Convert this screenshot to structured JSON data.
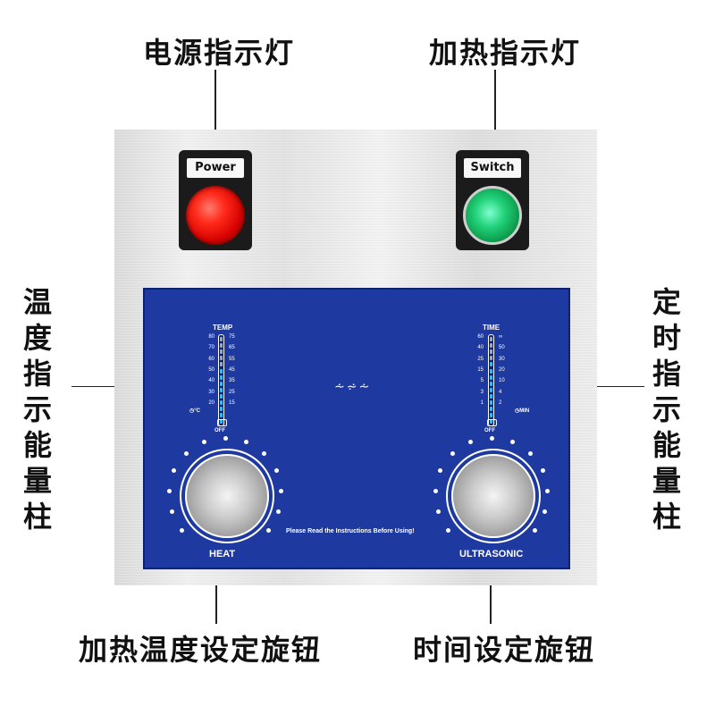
{
  "callouts": {
    "power_light": "电源指示灯",
    "heat_light": "加热指示灯",
    "temp_bar": "温度指示能量柱",
    "time_bar": "定时指示能量柱",
    "heat_knob": "加热温度设定旋钮",
    "time_knob": "时间设定旋钮"
  },
  "indicators": {
    "power_label": "Power",
    "switch_label": "Switch"
  },
  "panel": {
    "temp_title": "TEMP",
    "time_title": "TIME",
    "temp_scale_left": [
      "80",
      "70",
      "60",
      "50",
      "40",
      "30",
      "20"
    ],
    "temp_scale_right": [
      "75",
      "65",
      "55",
      "45",
      "35",
      "25",
      "15"
    ],
    "time_scale_left": [
      "60",
      "40",
      "25",
      "15",
      "5",
      "3",
      "1"
    ],
    "time_scale_right": [
      "∞",
      "50",
      "30",
      "20",
      "10",
      "4",
      "2"
    ],
    "temp_unit": "°C",
    "time_unit": "MIN",
    "off_label": "OFF",
    "notice": "Please Read the Instructions Before Using!",
    "heat_label": "HEAT",
    "ultrasonic_label": "ULTRASONIC"
  },
  "colors": {
    "panel_blue": "#1e3aa0",
    "power_lamp": "#e00000",
    "heat_lamp": "#1ec070",
    "bar_segment": "#35b8ff"
  }
}
